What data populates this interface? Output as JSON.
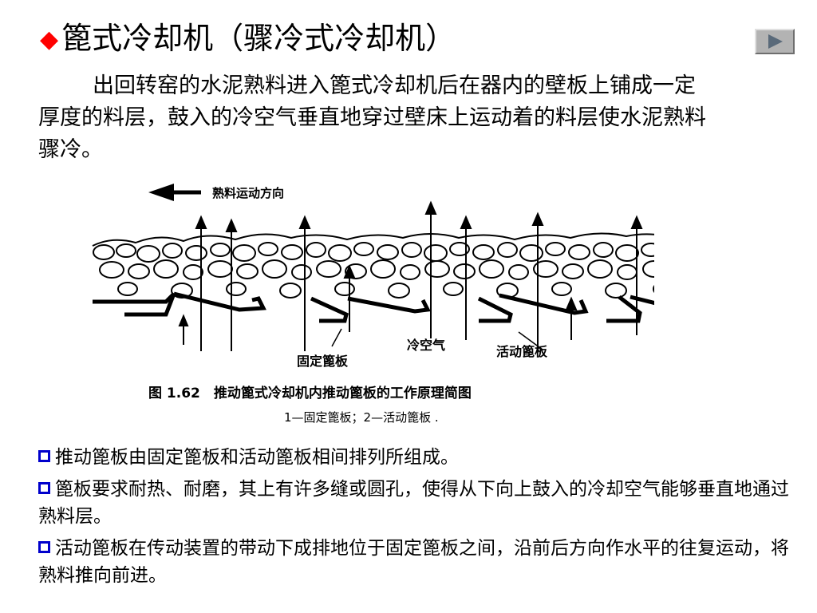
{
  "slide": {
    "title": "篦式冷却机（骤冷式冷却机）",
    "title_marker": "◆",
    "intro": "出回转窑的水泥熟料进入篦式冷却机后在器内的壁板上铺成一定厚度的料层，鼓入的冷空气垂直地穿过壁床上运动着的料层使水泥熟料骤冷。",
    "nav_icon": "play-triangle-icon"
  },
  "figure": {
    "direction_label": "熟料运动方向",
    "cold_air_label": "冷空气",
    "moving_grate_label": "活动篦板",
    "fixed_grate_label": "固定篦板",
    "caption": "图 1.62　推动篦式冷却机内推动篦板的工作原理简图",
    "legend": "1—固定篦板；2—活动篦板 ."
  },
  "bullets": [
    {
      "text": "推动篦板由固定篦板和活动篦板相间排列所组成。"
    },
    {
      "text": "篦板要求耐热、耐磨，其上有许多缝或圆孔，使得从下向上鼓入的冷却空气能够垂直地通过熟料层。"
    },
    {
      "text": "活动篦板在传动装置的带动下成排地位于固定篦板之间，沿前后方向作水平的往复运动，将熟料推向前进。"
    }
  ],
  "colors": {
    "marker": "#ff0000",
    "bullet_box": "#0000cc",
    "nav_button": "#b3b3b3",
    "nav_arrow": "#5a6a7a"
  }
}
